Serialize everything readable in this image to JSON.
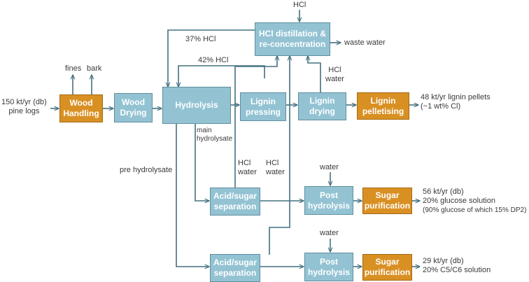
{
  "colors": {
    "process_box": "#93c3d3",
    "highlight_box": "#d99023",
    "arrow": "#44707f",
    "text": "#3a3a3a"
  },
  "boxes": {
    "wood_handling": "Wood\nHandling",
    "wood_drying": "Wood\nDrying",
    "hydrolysis": "Hydrolysis",
    "lignin_pressing": "Lignin\npressing",
    "lignin_drying": "Lignin\ndrying",
    "lignin_pelletising": "Lignin\npelletising",
    "hcl_distillation": "HCl distillation &\nre-concentration",
    "acid_sugar_sep_1": "Acid/sugar\nseparation",
    "post_hydrolysis_1": "Post\nhydrolysis",
    "sugar_purification_1": "Sugar\npurification",
    "acid_sugar_sep_2": "Acid/sugar\nseparation",
    "post_hydrolysis_2": "Post\nhydrolysis",
    "sugar_purification_2": "Sugar\npurification"
  },
  "labels": {
    "hcl_top": "HCl",
    "waste_water": "waste water",
    "hcl_37": "37% HCl",
    "hcl_42": "42% HCl",
    "hcl_water_drying": "HCl\nwater",
    "fines": "fines",
    "bark": "bark",
    "input_logs": "150 kt/yr (db)\npine logs",
    "output_lignin": "48 kt/yr lignin pellets\n(~1 wt% Cl)",
    "main_hydrolysate": "main\nhydrolysate",
    "pre_hydrolysate": "pre hydrolysate",
    "hcl_water_1": "HCl\nwater",
    "hcl_water_2": "HCl\nwater",
    "water_1": "water",
    "water_2": "water",
    "output_glucose": "56 kt/yr (db)\n20% glucose solution",
    "output_glucose_note": "(90% glucose of which 15% DP2)",
    "output_c5c6": "29 kt/yr (db)\n20% C5/C6 solution"
  }
}
